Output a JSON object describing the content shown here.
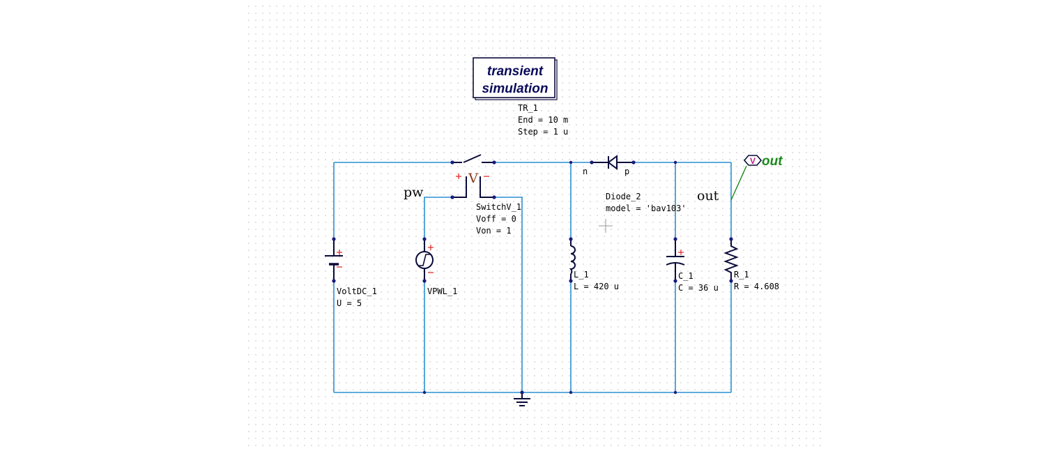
{
  "simulation": {
    "box_line1": "transient",
    "box_line2": "simulation",
    "name": "TR_1",
    "end": "End = 10 m",
    "step": "Step = 1 u"
  },
  "switch": {
    "name": "SwitchV_1",
    "voff": "Voff = 0",
    "von": "Von = 1",
    "symbol": "V"
  },
  "diode": {
    "name": "Diode_2",
    "model": "model = 'bav103'",
    "pin_n": "n",
    "pin_p": "p"
  },
  "volt_dc": {
    "name": "VoltDC_1",
    "value": "U = 5"
  },
  "vpwl": {
    "name": "VPWL_1"
  },
  "inductor": {
    "name": "L_1",
    "value": "L = 420 u"
  },
  "capacitor": {
    "name": "C_1",
    "value": "C = 36 u"
  },
  "resistor": {
    "name": "R_1",
    "value": "R = 4.608"
  },
  "labels": {
    "pw": "pw",
    "out_node": "out",
    "probe": "out",
    "probe_symbol": "V"
  },
  "colors": {
    "wire": "#2a8fd0",
    "component": "#0a0a3a",
    "pin": "#1a1a7a",
    "probe_label": "#1a8a1a",
    "polarity": "#e02020"
  }
}
